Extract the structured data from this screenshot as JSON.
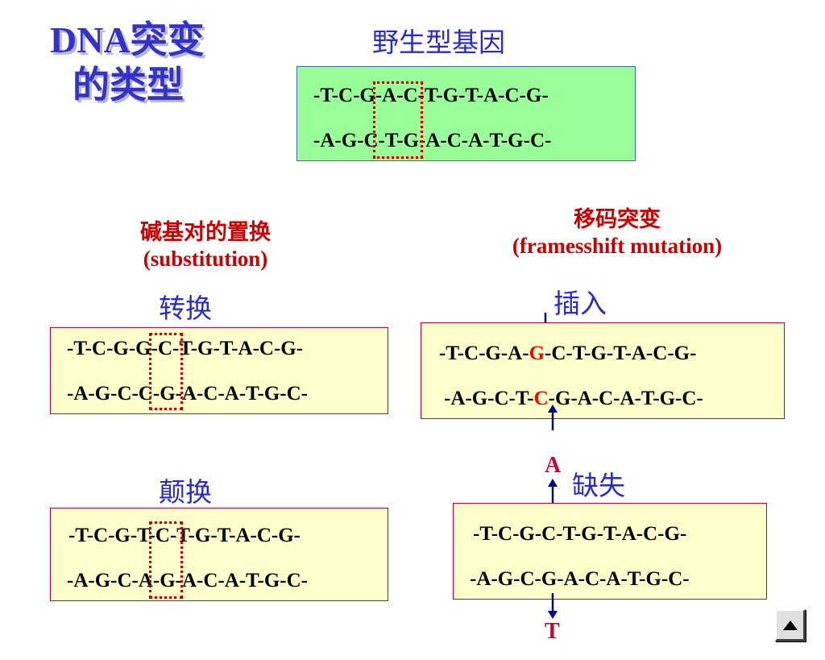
{
  "title": {
    "line1": "DNA突变",
    "line2": "的类型"
  },
  "wild_type": {
    "heading": "野生型基因",
    "top": "-T-C-G-A-C-T-G-T-A-C-G-",
    "bottom": "-A-G-C-T-G-A-C-A-T-G-C-"
  },
  "substitution": {
    "heading_cn": "碱基对的置换",
    "heading_en": "(substitution)",
    "transition": {
      "label": "转换",
      "top": "-T-C-G-G-C-T-G-T-A-C-G-",
      "bottom": "-A-G-C-C-G-A-C-A-T-G-C-"
    },
    "transversion": {
      "label": "颠换",
      "top": "-T-C-G-T-C-T-G-T-A-C-G-",
      "bottom": "-A-G-C-A-G-A-C-A-T-G-C-"
    }
  },
  "frameshift": {
    "heading_cn": "移码突变",
    "heading_en": "(framesshift mutation)",
    "insertion": {
      "label": "插入",
      "top_prefix": "-T-C-G-A-",
      "top_insert": "G",
      "top_suffix": "-C-T-G-T-A-C-G-",
      "bottom_prefix": "-A-G-C-T-",
      "bottom_insert": "C",
      "bottom_suffix": "-G-A-C-A-T-G-C-"
    },
    "deletion": {
      "label": "缺失",
      "removed_top": "A",
      "removed_bottom": "T",
      "top": "-T-C-G-C-T-G-T-A-C-G-",
      "bottom": "-A-G-C-G-A-C-A-T-G-C-"
    }
  },
  "colors": {
    "title": "#3333cc",
    "heading_blue": "#2a2ad0",
    "heading_red": "#cc0000",
    "box_fill": "#ffffcc",
    "wild_fill": "#99ff99",
    "arrow": "#00008b",
    "highlight": "#ff0000"
  },
  "icons": {
    "nav": "triangle-up-icon"
  }
}
